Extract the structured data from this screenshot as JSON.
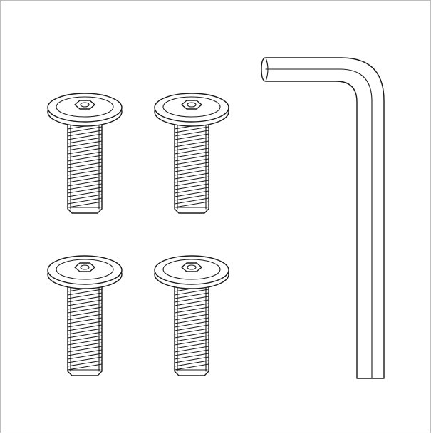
{
  "image": {
    "kind": "hardware-kit-line-art",
    "items": [
      {
        "icon": "screw-icon",
        "count": 4
      },
      {
        "icon": "hex-key-icon",
        "count": 1
      }
    ],
    "colors": {
      "background": "#ffffff",
      "ink": "#1a1a1a",
      "border": "#bdbdbd"
    }
  }
}
